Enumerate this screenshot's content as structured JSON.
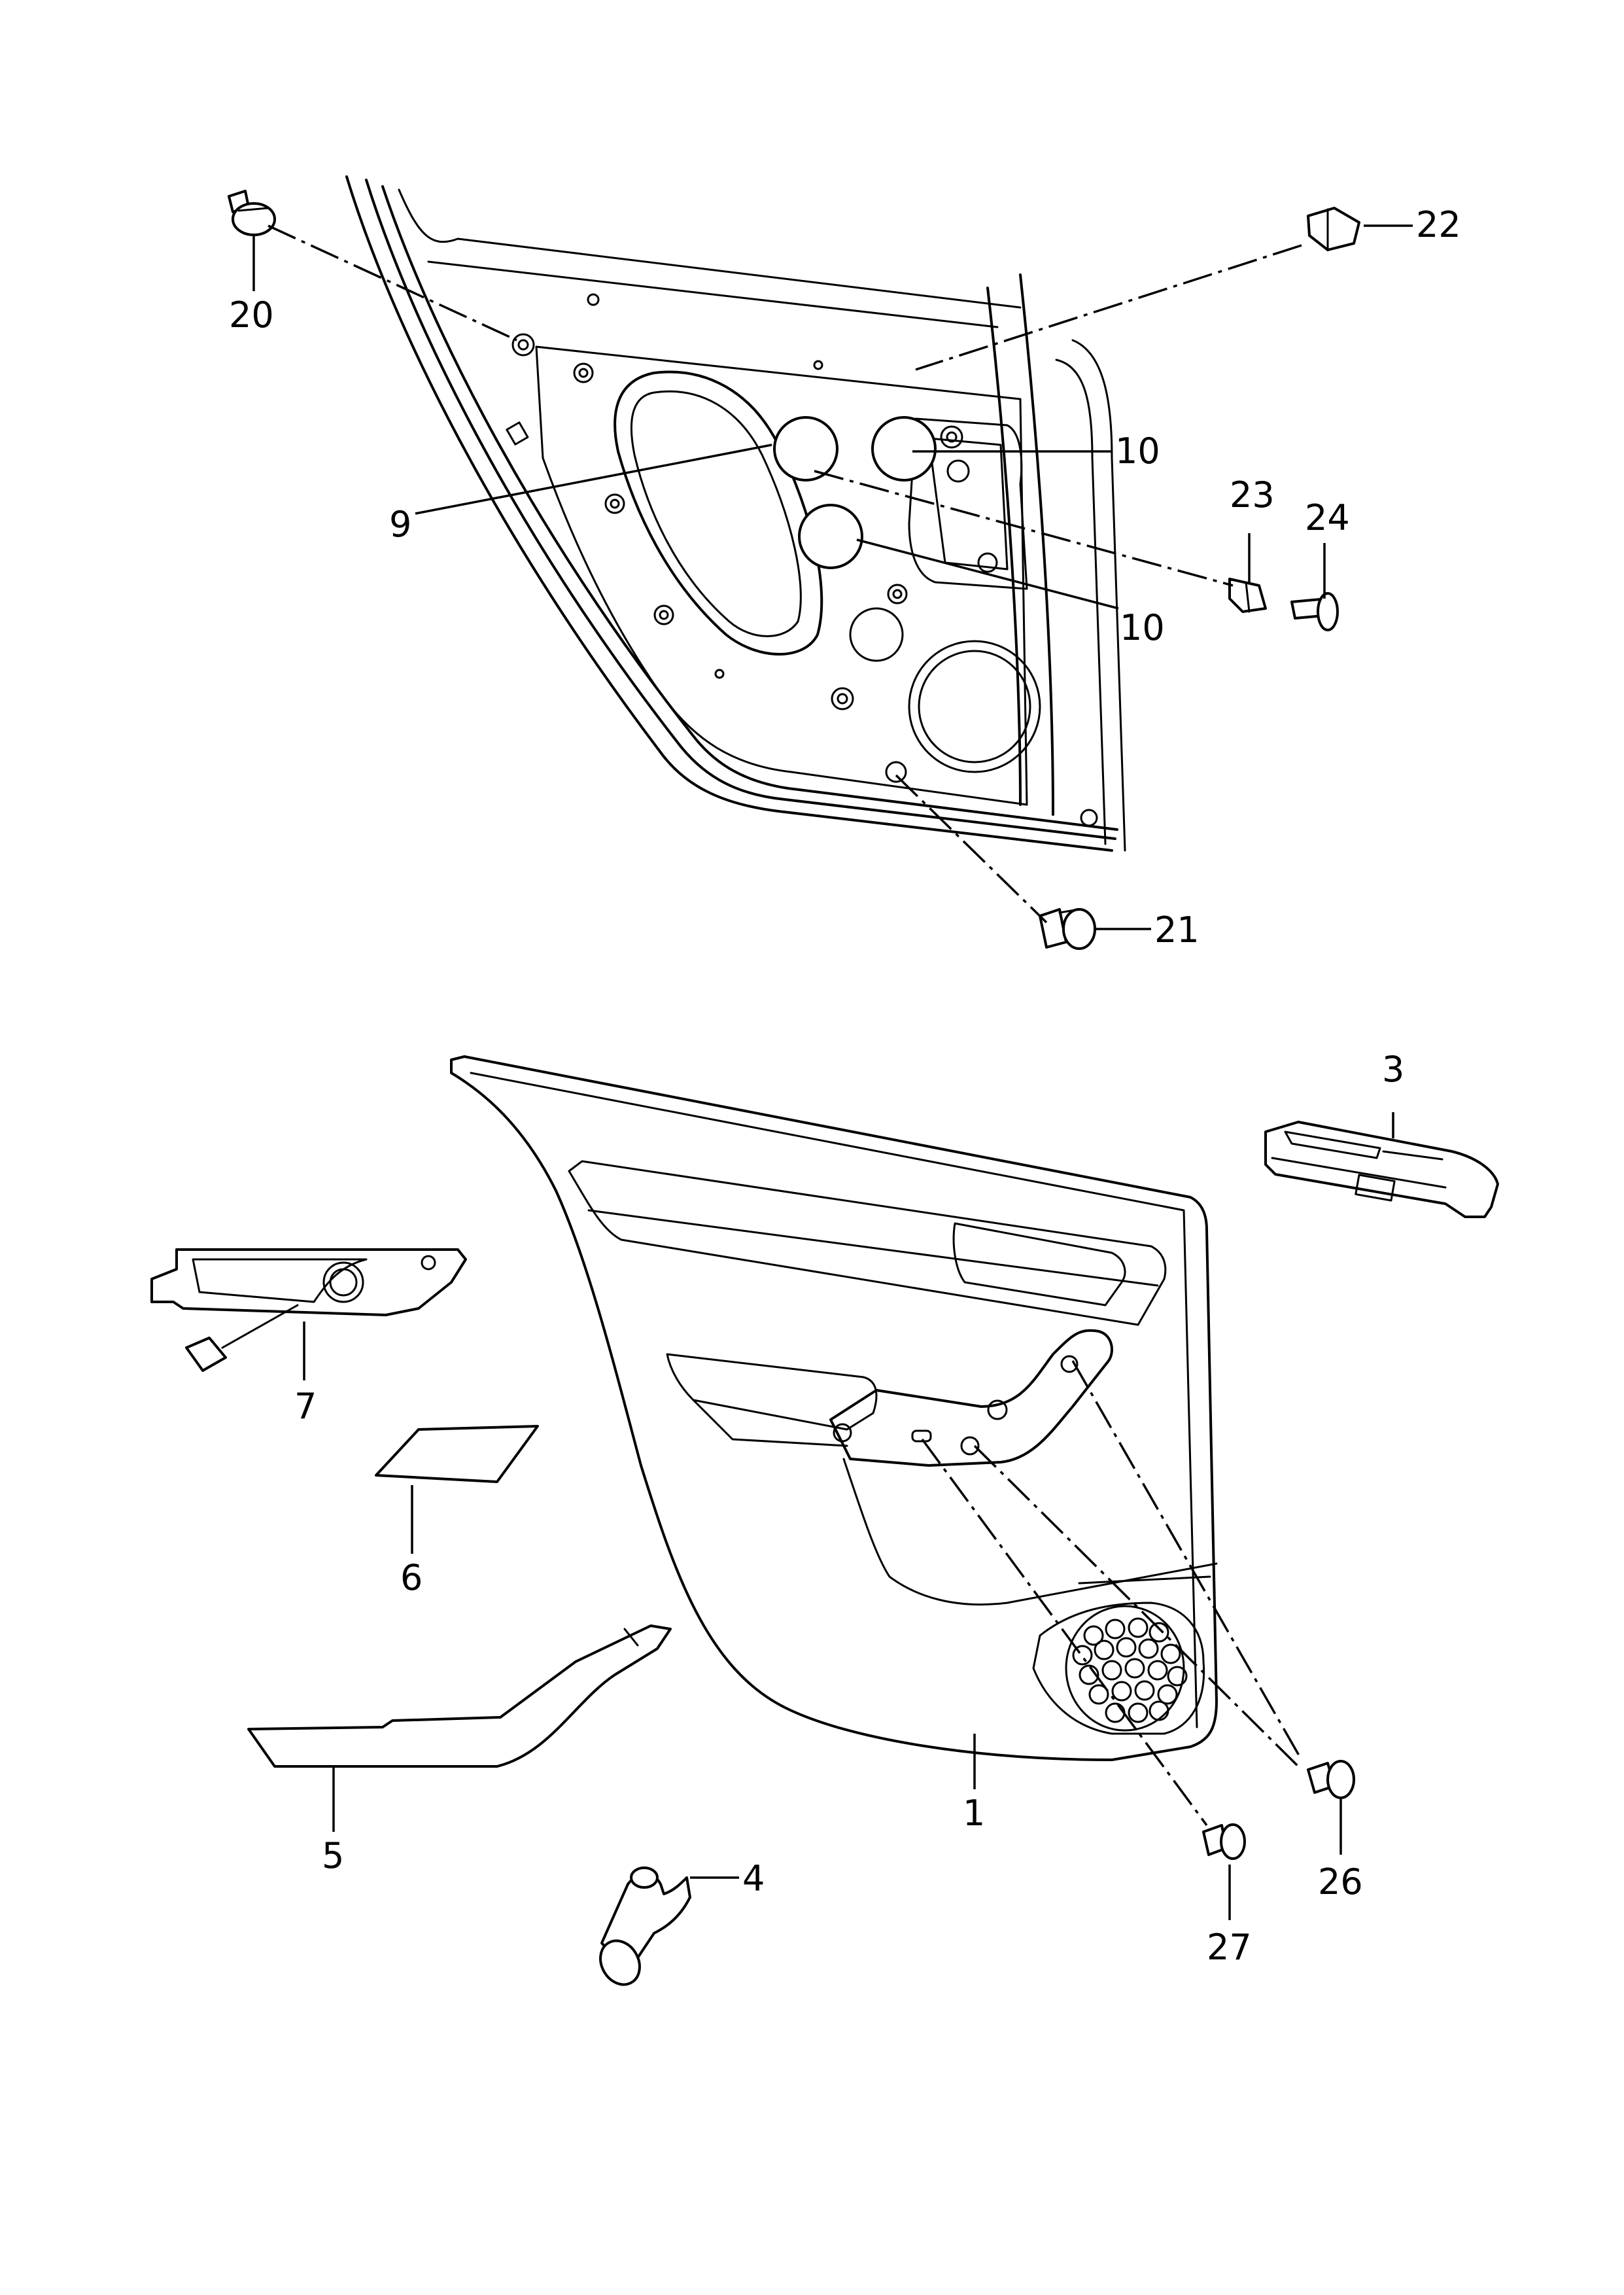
{
  "callouts": {
    "c1": "1",
    "c3": "3",
    "c4": "4",
    "c5": "5",
    "c6": "6",
    "c7": "7",
    "c9": "9",
    "c10a": "10",
    "c10b": "10",
    "c20": "20",
    "c21": "21",
    "c22": "22",
    "c23": "23",
    "c24": "24",
    "c26": "26",
    "c27": "27"
  }
}
